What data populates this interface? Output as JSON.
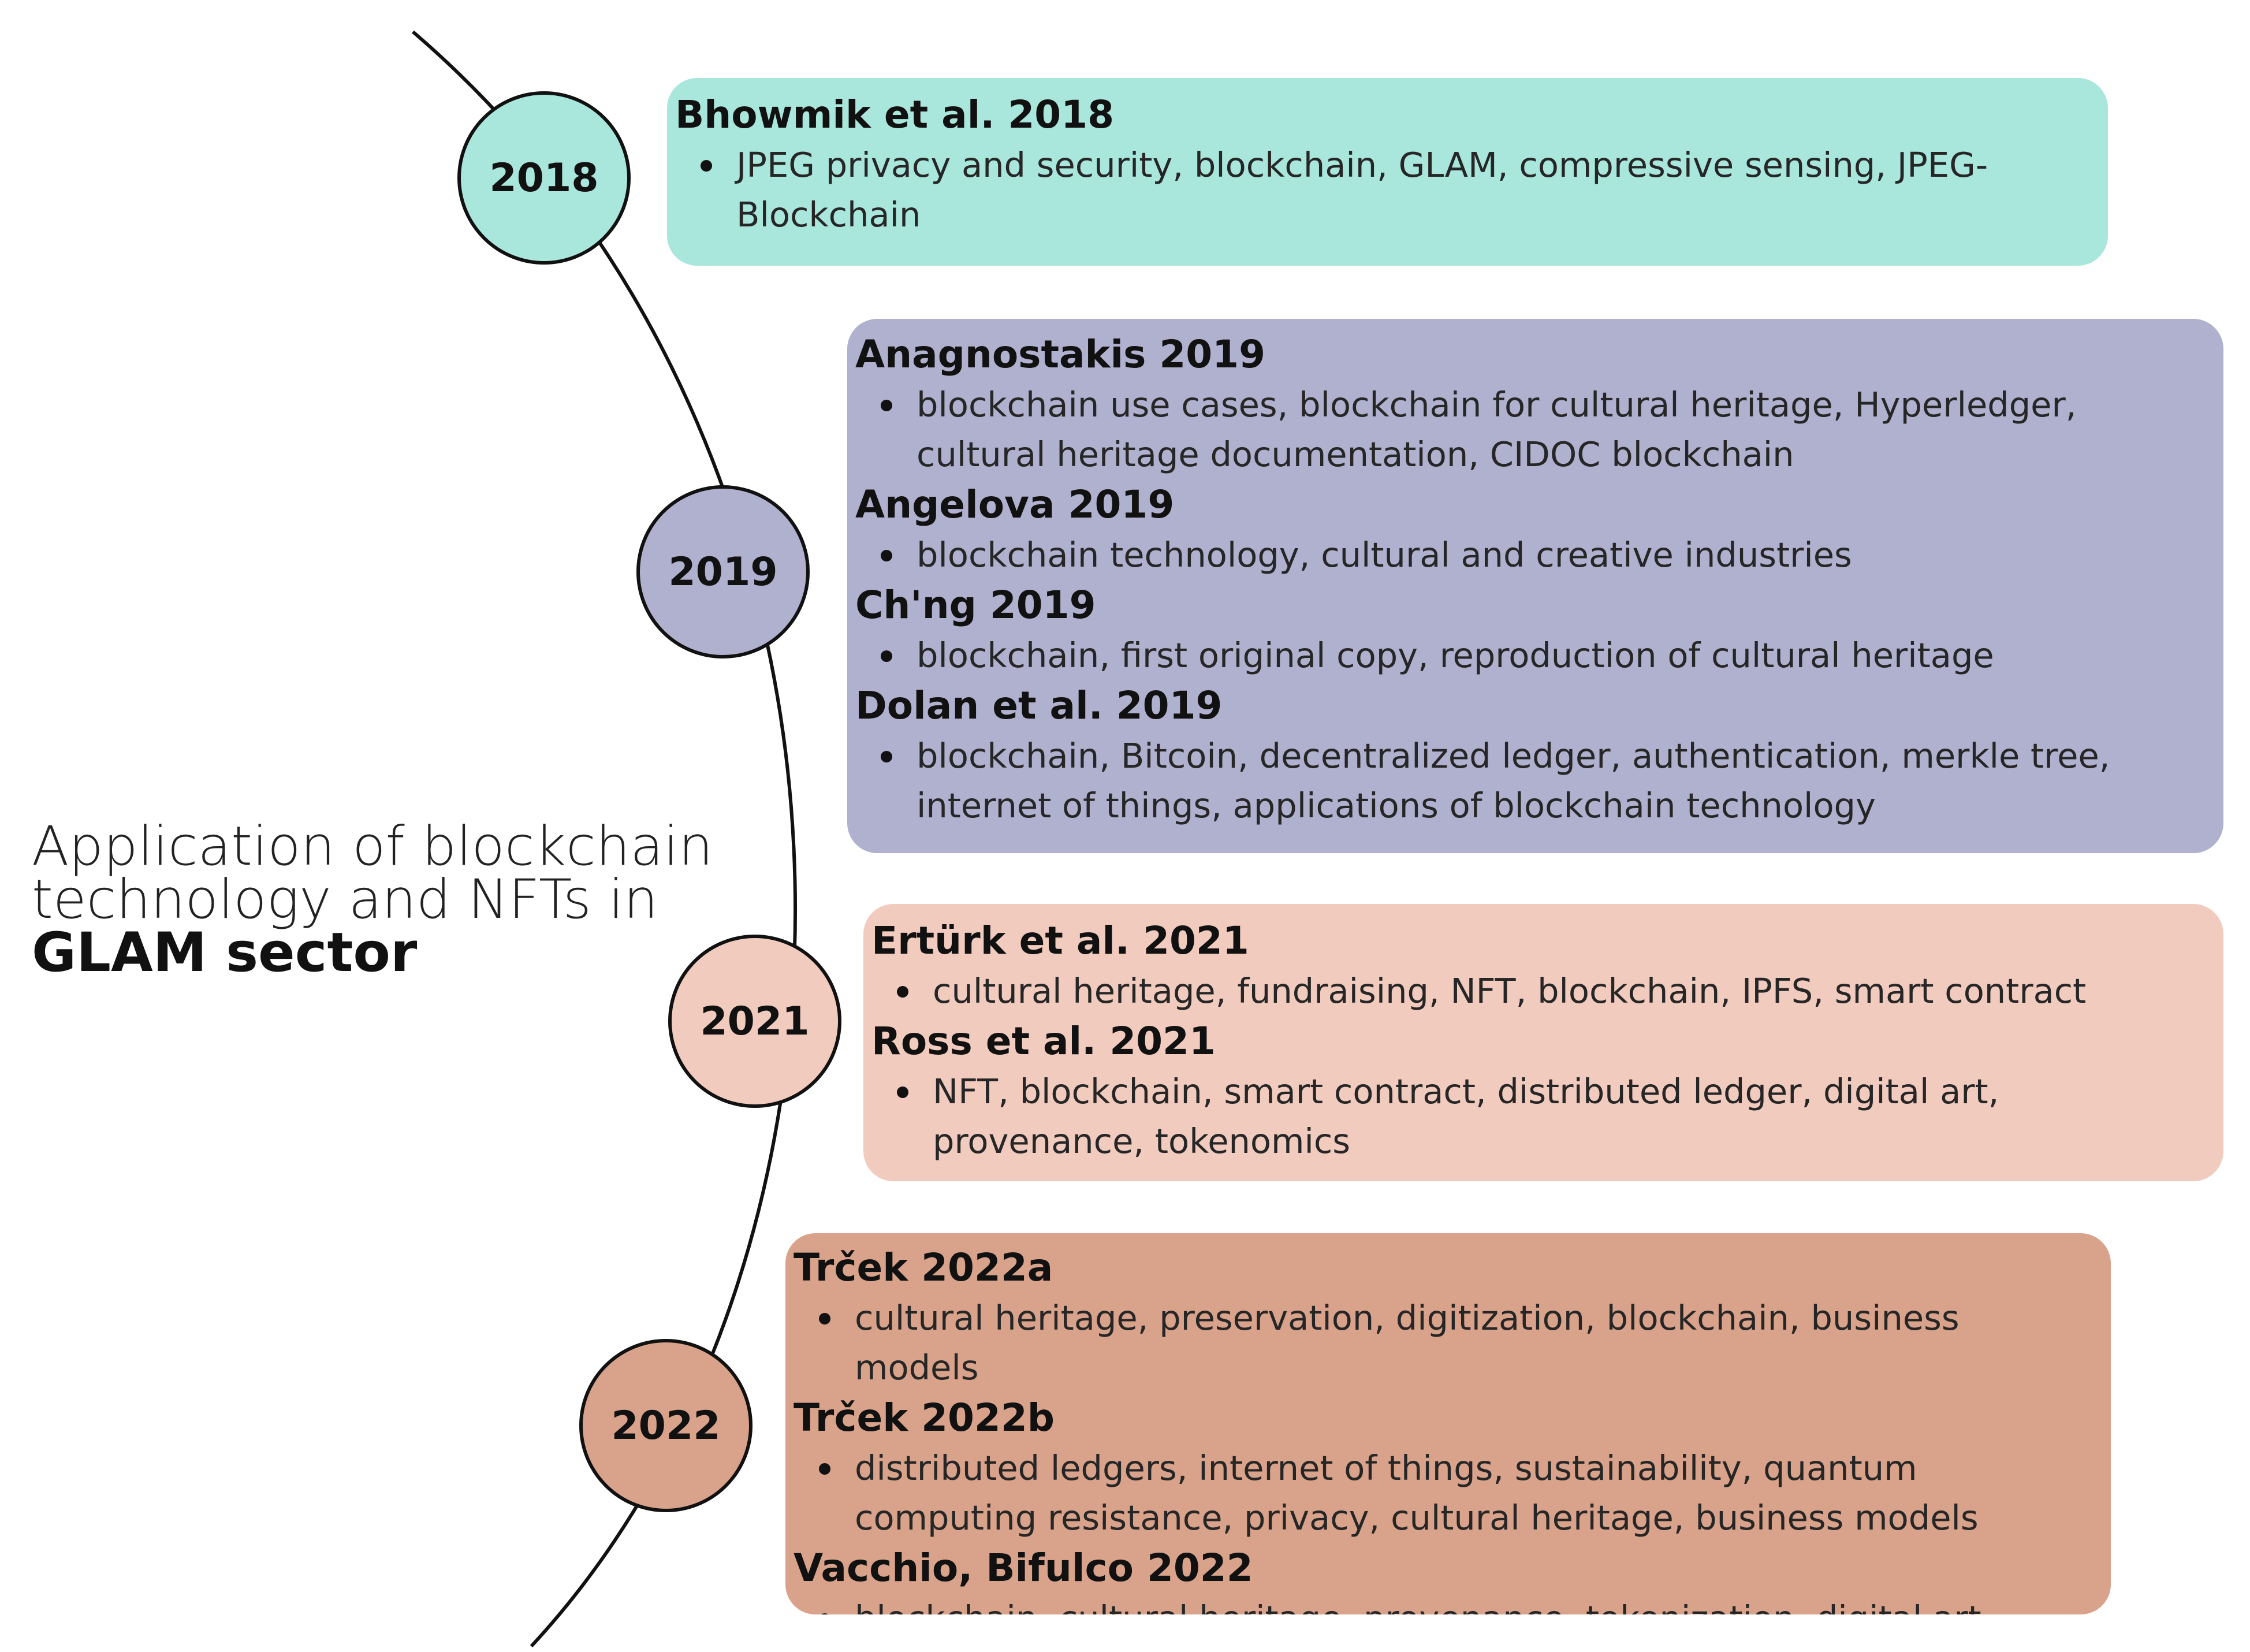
{
  "title": {
    "line1": "Application of blockchain",
    "line2": "technology and NFTs in",
    "line3": "GLAM sector"
  },
  "colors": {
    "2018": "#a9e6dc",
    "2019": "#b0b0cf",
    "2021": "#f2cbbf",
    "2022": "#d9a28a",
    "line": "#111111"
  },
  "years": [
    {
      "year": "2018",
      "entries": [
        {
          "title": "Bhowmik et al. 2018",
          "keywords": "JPEG privacy and security, blockchain, GLAM, compressive sensing, JPEG-Blockchain"
        }
      ]
    },
    {
      "year": "2019",
      "entries": [
        {
          "title": "Anagnostakis 2019",
          "keywords": "blockchain use cases, blockchain for cultural heritage, Hyperledger, cultural heritage documentation, CIDOC blockchain"
        },
        {
          "title": "Angelova 2019",
          "keywords": "blockchain technology, cultural and creative industries"
        },
        {
          "title": "Ch'ng 2019",
          "keywords": "blockchain, first original copy, reproduction of cultural heritage"
        },
        {
          "title": "Dolan et al. 2019",
          "keywords": "blockchain, Bitcoin, decentralized ledger, authentication, merkle tree, internet of things, applications of blockchain technology"
        }
      ]
    },
    {
      "year": "2021",
      "entries": [
        {
          "title": "Ertürk et al. 2021",
          "keywords": "cultural heritage, fundraising, NFT, blockchain, IPFS, smart contract"
        },
        {
          "title": "Ross et al. 2021",
          "keywords": "NFT, blockchain, smart contract, distributed ledger, digital art, provenance, tokenomics"
        }
      ]
    },
    {
      "year": "2022",
      "entries": [
        {
          "title": "Trček 2022a",
          "keywords": "cultural heritage, preservation, digitization, blockchain, business models"
        },
        {
          "title": "Trček 2022b",
          "keywords": "distributed ledgers, internet of things, sustainability, quantum computing resistance, privacy, cultural heritage, business models"
        },
        {
          "title": "Vacchio, Bifulco 2022",
          "keywords": "blockchain, cultural heritage, provenance, tokenization, digital art"
        }
      ]
    }
  ]
}
